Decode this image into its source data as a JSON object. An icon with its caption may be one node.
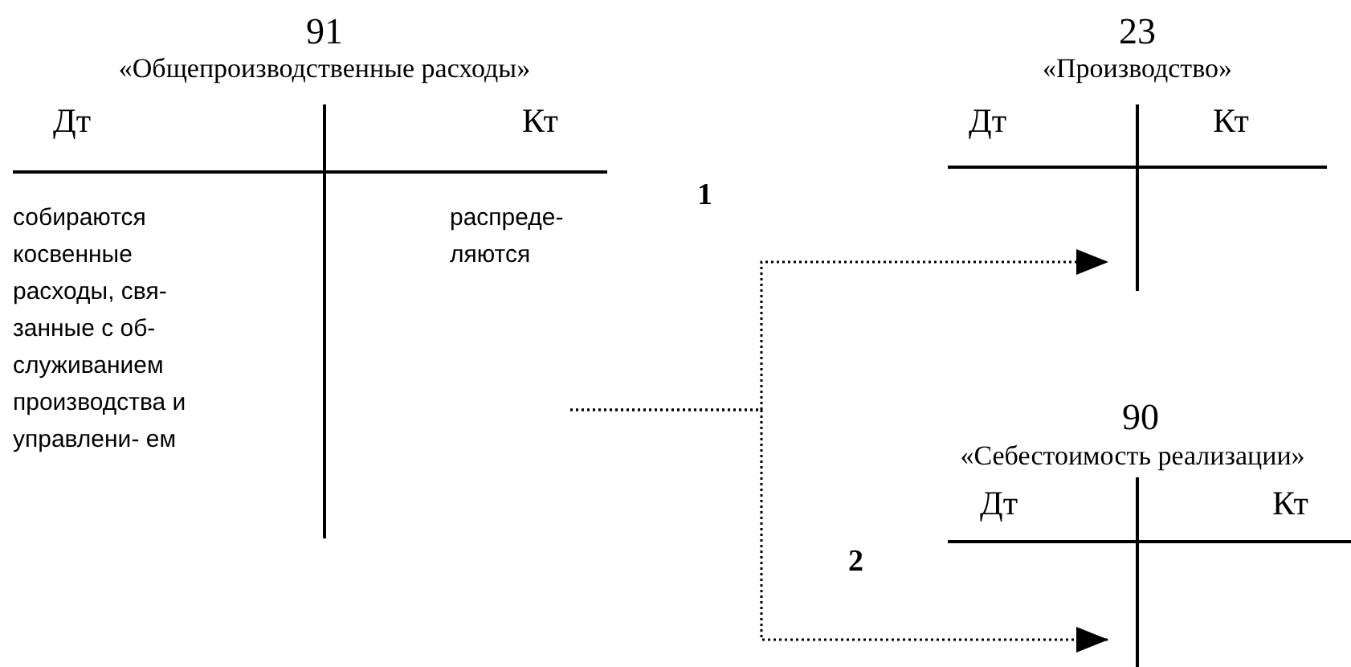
{
  "diagram": {
    "nodes": [
      {
        "text": [
          "91",
          "«Общепроизводственные расходы»",
          "Дт",
          "Кт",
          "собираются косвенные расходы, свя- занные с об- служиванием производства и управлени- ем",
          "распреде- ляются"
        ]
      },
      {
        "text": [
          "23",
          "«Производство»",
          "Дт",
          "Кт"
        ]
      },
      {
        "text": [
          "90",
          "«Себестоимость реализации»",
          "Дт",
          "Кт"
        ]
      }
    ],
    "edges": [
      {
        "from": 0,
        "to": 1,
        "arrow": "to",
        "label": "1",
        "style": "dashed"
      },
      {
        "from": 0,
        "to": 2,
        "arrow": "to",
        "label": "2",
        "style": "dashed"
      }
    ]
  }
}
